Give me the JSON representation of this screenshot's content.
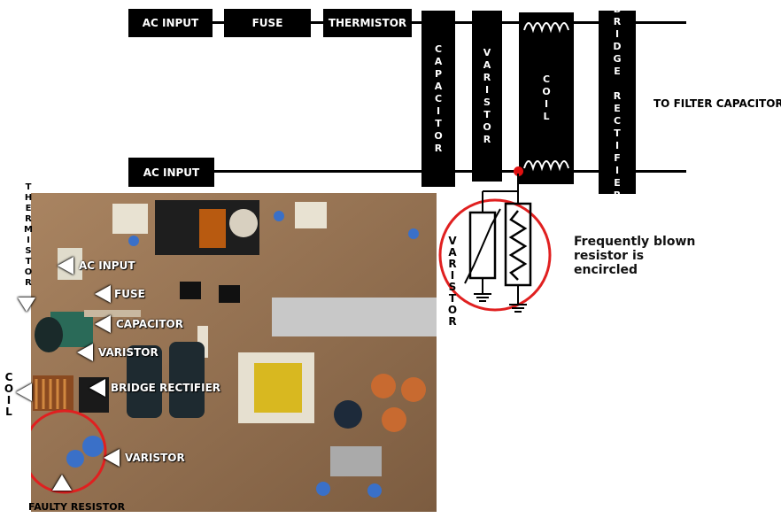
{
  "top_row": {
    "ac_input": "AC INPUT",
    "fuse": "FUSE",
    "thermistor": "THERMISTOR"
  },
  "bottom_row": {
    "ac_input": "AC INPUT"
  },
  "vertical_blocks": {
    "capacitor": [
      "C",
      "A",
      "P",
      "A",
      "C",
      "I",
      "T",
      "O",
      "R"
    ],
    "varistor": [
      "V",
      "A",
      "R",
      "I",
      "S",
      "T",
      "O",
      "R"
    ],
    "coil": [
      "C",
      "O",
      "I",
      "L"
    ],
    "bridge_rectifier": [
      "B",
      "R",
      "I",
      "D",
      "G",
      "E",
      "",
      "R",
      "E",
      "C",
      "T",
      "I",
      "F",
      "I",
      "E",
      "R"
    ]
  },
  "to_filter": "TO FILTER CAPACITOR",
  "varistor_side_label": [
    "V",
    "A",
    "R",
    "I",
    "S",
    "T",
    "O",
    "R"
  ],
  "blown_note": "Frequently blown resistor is encircled",
  "photo_labels": {
    "thermistor_vertical": [
      "T",
      "H",
      "E",
      "R",
      "M",
      "I",
      "S",
      "T",
      "O",
      "R"
    ],
    "coil_vertical": [
      "C",
      "O",
      "I",
      "L"
    ],
    "ac_input": "AC INPUT",
    "fuse": "FUSE",
    "capacitor": "CAPACITOR",
    "varistor_1": "VARISTOR",
    "bridge_rectifier": "BRIDGE RECTIFIER",
    "varistor_2": "VARISTOR",
    "faulty_resistor": "FAULTY RESISTOR"
  },
  "colors": {
    "highlight_circle": "#e02020",
    "node_dot": "#e01010",
    "board": "#8a6a4a"
  }
}
